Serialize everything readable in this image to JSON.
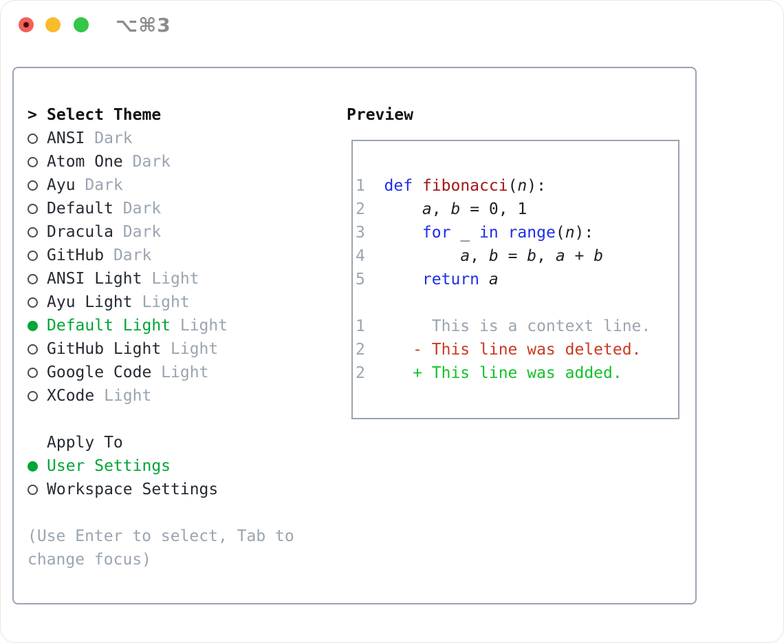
{
  "window": {
    "shortcut_label": "⌥⌘3"
  },
  "colors": {
    "accent_green": "#00a636",
    "keyword_blue": "#1f2de8",
    "function_red": "#a31616",
    "diff_deleted_red": "#c93a22",
    "diff_added_green": "#15c02b",
    "muted_gray": "#9aa5b1",
    "panel_border": "#9aa4b1",
    "traffic_red": "#f4605a",
    "traffic_yellow": "#f9bc2a",
    "traffic_green": "#32c745"
  },
  "theme_picker": {
    "prompt": ">",
    "header": "Select Theme",
    "items": [
      {
        "name": "ANSI",
        "tag": "Dark",
        "selected": false
      },
      {
        "name": "Atom One",
        "tag": "Dark",
        "selected": false
      },
      {
        "name": "Ayu",
        "tag": "Dark",
        "selected": false
      },
      {
        "name": "Default",
        "tag": "Dark",
        "selected": false
      },
      {
        "name": "Dracula",
        "tag": "Dark",
        "selected": false
      },
      {
        "name": "GitHub",
        "tag": "Dark",
        "selected": false
      },
      {
        "name": "ANSI Light",
        "tag": "Light",
        "selected": false
      },
      {
        "name": "Ayu Light",
        "tag": "Light",
        "selected": false
      },
      {
        "name": "Default Light",
        "tag": "Light",
        "selected": true
      },
      {
        "name": "GitHub Light",
        "tag": "Light",
        "selected": false
      },
      {
        "name": "Google Code",
        "tag": "Light",
        "selected": false
      },
      {
        "name": "XCode",
        "tag": "Light",
        "selected": false
      }
    ],
    "apply_to": {
      "header": "Apply To",
      "options": [
        {
          "name": "User Settings",
          "selected": true
        },
        {
          "name": "Workspace Settings",
          "selected": false
        }
      ]
    },
    "hint": "(Use Enter to select, Tab to change focus)"
  },
  "preview": {
    "header": "Preview",
    "lines": [
      {
        "num": "1",
        "segments": [
          {
            "t": "def",
            "s": "kw"
          },
          {
            "t": " ",
            "s": "plain"
          },
          {
            "t": "fibonacci",
            "s": "fn"
          },
          {
            "t": "(",
            "s": "plain"
          },
          {
            "t": "n",
            "s": "var"
          },
          {
            "t": "):",
            "s": "plain"
          }
        ]
      },
      {
        "num": "2",
        "segments": [
          {
            "t": "    ",
            "s": "plain"
          },
          {
            "t": "a",
            "s": "var"
          },
          {
            "t": ", ",
            "s": "plain"
          },
          {
            "t": "b",
            "s": "var"
          },
          {
            "t": " = 0, 1",
            "s": "plain"
          }
        ]
      },
      {
        "num": "3",
        "segments": [
          {
            "t": "    ",
            "s": "plain"
          },
          {
            "t": "for",
            "s": "kw"
          },
          {
            "t": " _ ",
            "s": "plain"
          },
          {
            "t": "in",
            "s": "kw"
          },
          {
            "t": " ",
            "s": "plain"
          },
          {
            "t": "range",
            "s": "kw"
          },
          {
            "t": "(",
            "s": "plain"
          },
          {
            "t": "n",
            "s": "var"
          },
          {
            "t": "):",
            "s": "plain"
          }
        ]
      },
      {
        "num": "4",
        "segments": [
          {
            "t": "        ",
            "s": "plain"
          },
          {
            "t": "a",
            "s": "var"
          },
          {
            "t": ", ",
            "s": "plain"
          },
          {
            "t": "b",
            "s": "var"
          },
          {
            "t": " = ",
            "s": "plain"
          },
          {
            "t": "b",
            "s": "var"
          },
          {
            "t": ", ",
            "s": "plain"
          },
          {
            "t": "a",
            "s": "var"
          },
          {
            "t": " + ",
            "s": "plain"
          },
          {
            "t": "b",
            "s": "var"
          }
        ]
      },
      {
        "num": "5",
        "segments": [
          {
            "t": "    ",
            "s": "plain"
          },
          {
            "t": "return",
            "s": "kw"
          },
          {
            "t": " ",
            "s": "plain"
          },
          {
            "t": "a",
            "s": "var"
          }
        ]
      },
      {
        "num": "",
        "segments": []
      },
      {
        "num": "1",
        "segments": [
          {
            "t": "     This is a context line.",
            "s": "ctx"
          }
        ]
      },
      {
        "num": "2",
        "segments": [
          {
            "t": "   - This line was deleted.",
            "s": "del"
          }
        ]
      },
      {
        "num": "2",
        "segments": [
          {
            "t": "   + This line was added.",
            "s": "add"
          }
        ]
      }
    ]
  }
}
